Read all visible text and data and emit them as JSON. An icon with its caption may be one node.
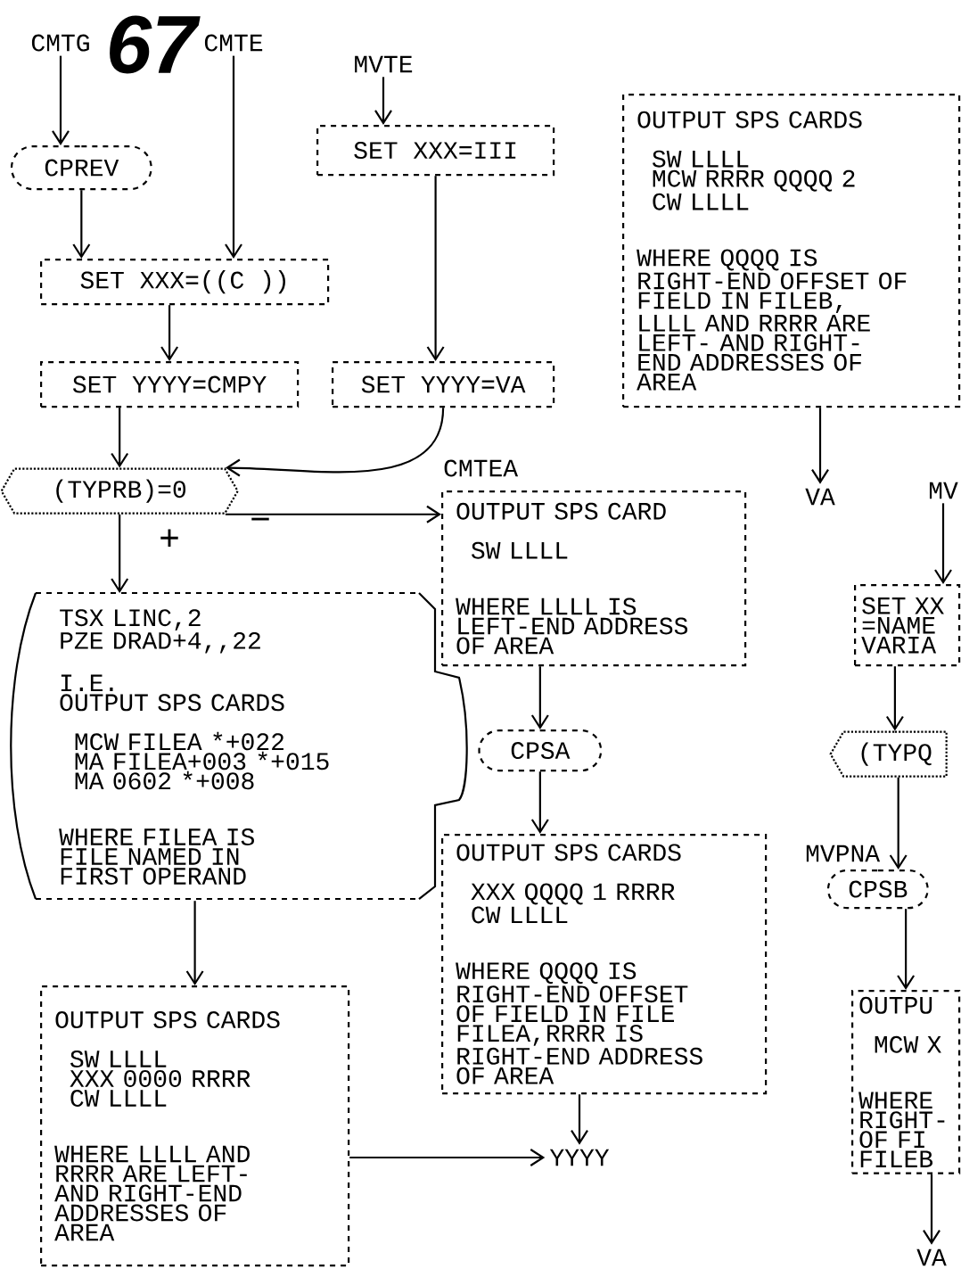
{
  "diagram": {
    "nodes": [
      {
        "text": [
          "CMTG"
        ]
      },
      {
        "text": [
          "CMTE"
        ]
      },
      {
        "text": [
          "MVTE"
        ]
      },
      {
        "text": [
          "CPREV"
        ]
      },
      {
        "text": [
          "SET XXX=III"
        ]
      },
      {
        "text": [
          "SET XXX=((C ))"
        ]
      },
      {
        "text": [
          "SET YYYY=CMPY"
        ]
      },
      {
        "text": [
          "SET YYYY=VA"
        ]
      },
      {
        "text": [
          "OUTPUT SPS CARDS",
          "SW LLLL",
          "MCW RRRR QQQQ 2",
          "CW LLLL",
          "WHERE QQQQ IS RIGHT-END OFFSET OF FIELD IN FILEB, LLLL AND RRRR ARE LEFT- AND RIGHT- END ADDRESSES OF AREA"
        ]
      },
      {
        "text": [
          "VA"
        ]
      },
      {
        "text": [
          "(TYPRB)=0"
        ]
      },
      {
        "text": [
          "OUTPUT SPS CARD",
          "SW LLLL",
          "WHERE LLLL IS LEFT-END ADDRESS OF AREA"
        ],
        "beside": [
          "CMTEA"
        ]
      },
      {
        "text": [
          "MV"
        ]
      },
      {
        "text": [
          "TSX LINC,2",
          "PZE DRAD+4,,22",
          "I.E.",
          "OUTPUT SPS CARDS",
          "MCW FILEA *+022",
          "MA FILEA+003 *+015",
          "MA 0602 *+008",
          "WHERE FILEA IS FILE NAMED IN FIRST OPERAND"
        ]
      },
      {
        "text": [
          "SET XX =NAME VARIA"
        ]
      },
      {
        "text": [
          "CPSA"
        ]
      },
      {
        "text": [
          "(TYPQ"
        ]
      },
      {
        "text": [
          "OUTPUT SPS CARDS",
          "XXX QQQQ 1 RRRR",
          "CW LLLL",
          "WHERE QQQQ IS RIGHT-END OFFSET OF FIELD IN FILE FILEA,RRRR IS RIGHT-END ADDRESS OF AREA"
        ]
      },
      {
        "text": [
          "CPSB"
        ],
        "beside": [
          "MVPNA"
        ]
      },
      {
        "text": [
          "OUTPUT SPS CARDS",
          "SW LLLL",
          "XXX 0000 RRRR",
          "CW LLLL",
          "WHERE LLLL AND RRRR ARE LEFT- AND RIGHT-END ADDRESSES OF AREA"
        ]
      },
      {
        "text": [
          "YYYY"
        ]
      },
      {
        "text": [
          "OUTPU",
          "MCW X",
          "WHERE RIGHT- OF FI FILEB"
        ]
      },
      {
        "text": [
          "VA"
        ]
      }
    ],
    "edges": [
      {
        "from": 0,
        "to": 3,
        "arrow": "to"
      },
      {
        "from": 1,
        "to": 5,
        "arrow": "to"
      },
      {
        "from": 3,
        "to": 5,
        "arrow": "to"
      },
      {
        "from": 2,
        "to": 4,
        "arrow": "to"
      },
      {
        "from": 4,
        "to": 7,
        "arrow": "to"
      },
      {
        "from": 5,
        "to": 6,
        "arrow": "to"
      },
      {
        "from": 6,
        "to": 10,
        "arrow": "to"
      },
      {
        "from": 7,
        "to": 10,
        "arrow": "to"
      },
      {
        "from": 10,
        "to": 13,
        "arrow": "to",
        "label": "+"
      },
      {
        "from": 10,
        "to": 11,
        "arrow": "to",
        "label": "−"
      },
      {
        "from": 8,
        "to": 9,
        "arrow": "to"
      },
      {
        "from": 11,
        "to": 15,
        "arrow": "to"
      },
      {
        "from": 15,
        "to": 17,
        "arrow": "to"
      },
      {
        "from": 13,
        "to": 19,
        "arrow": "to"
      },
      {
        "from": 17,
        "to": 20,
        "arrow": "to"
      },
      {
        "from": 19,
        "to": 20,
        "arrow": "to"
      },
      {
        "from": 12,
        "to": 14,
        "arrow": "to"
      },
      {
        "from": 14,
        "to": 16,
        "arrow": "to"
      },
      {
        "from": 16,
        "to": 18,
        "arrow": "to"
      },
      {
        "from": 18,
        "to": 21,
        "arrow": "to"
      },
      {
        "from": 21,
        "to": 22,
        "arrow": "to"
      }
    ],
    "labels": [
      "67"
    ]
  }
}
